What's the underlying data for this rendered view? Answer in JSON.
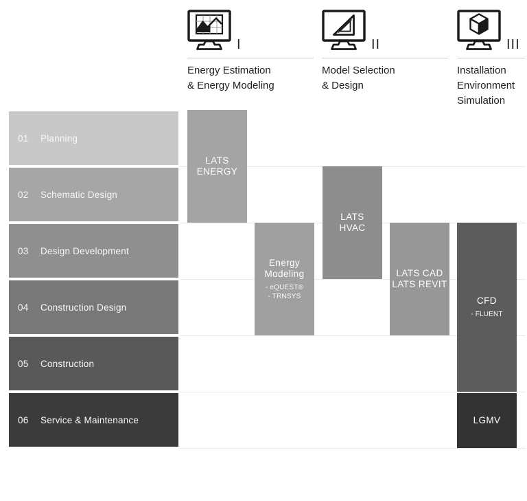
{
  "header": {
    "columns": [
      {
        "numeral": "I",
        "icon": "line-chart-monitor",
        "label": "Energy Estimation\n& Energy Modeling"
      },
      {
        "numeral": "II",
        "icon": "set-square-monitor",
        "label": "Model Selection\n& Design"
      },
      {
        "numeral": "III",
        "icon": "cube-monitor",
        "label": "Installation\nEnvironment\nSimulation"
      }
    ]
  },
  "phases": {
    "rows": [
      {
        "num": "01",
        "label": "Planning",
        "color": "#c8c8c8"
      },
      {
        "num": "02",
        "label": "Schematic Design",
        "color": "#a6a6a6"
      },
      {
        "num": "03",
        "label": "Design Development",
        "color": "#8f8f8f"
      },
      {
        "num": "04",
        "label": "Construction Design",
        "color": "#787878"
      },
      {
        "num": "05",
        "label": "Construction",
        "color": "#595959"
      },
      {
        "num": "06",
        "label": "Service & Maintenance",
        "color": "#3b3b3b"
      }
    ]
  },
  "tools": {
    "blocks": [
      {
        "name": "LATS\nENERGY",
        "sub": "",
        "color": "#a4a4a4",
        "column": "I",
        "phase_span": "01-02"
      },
      {
        "name": "LATS\nHVAC",
        "sub": "",
        "color": "#8d8d8d",
        "column": "II",
        "phase_span": "02-03"
      },
      {
        "name": "Energy\nModeling",
        "sub": "- eQUEST®\n- TRNSYS",
        "color": "#a0a0a0",
        "column": "I",
        "phase_span": "03-04"
      },
      {
        "name": "LATS CAD\nLATS REVIT",
        "sub": "",
        "color": "#979797",
        "column": "II",
        "phase_span": "03-04"
      },
      {
        "name": "CFD",
        "sub": "- FLUENT",
        "color": "#5c5c5c",
        "column": "III",
        "phase_span": "03-05"
      },
      {
        "name": "LGMV",
        "sub": "",
        "color": "#333333",
        "column": "III",
        "phase_span": "06"
      }
    ]
  }
}
